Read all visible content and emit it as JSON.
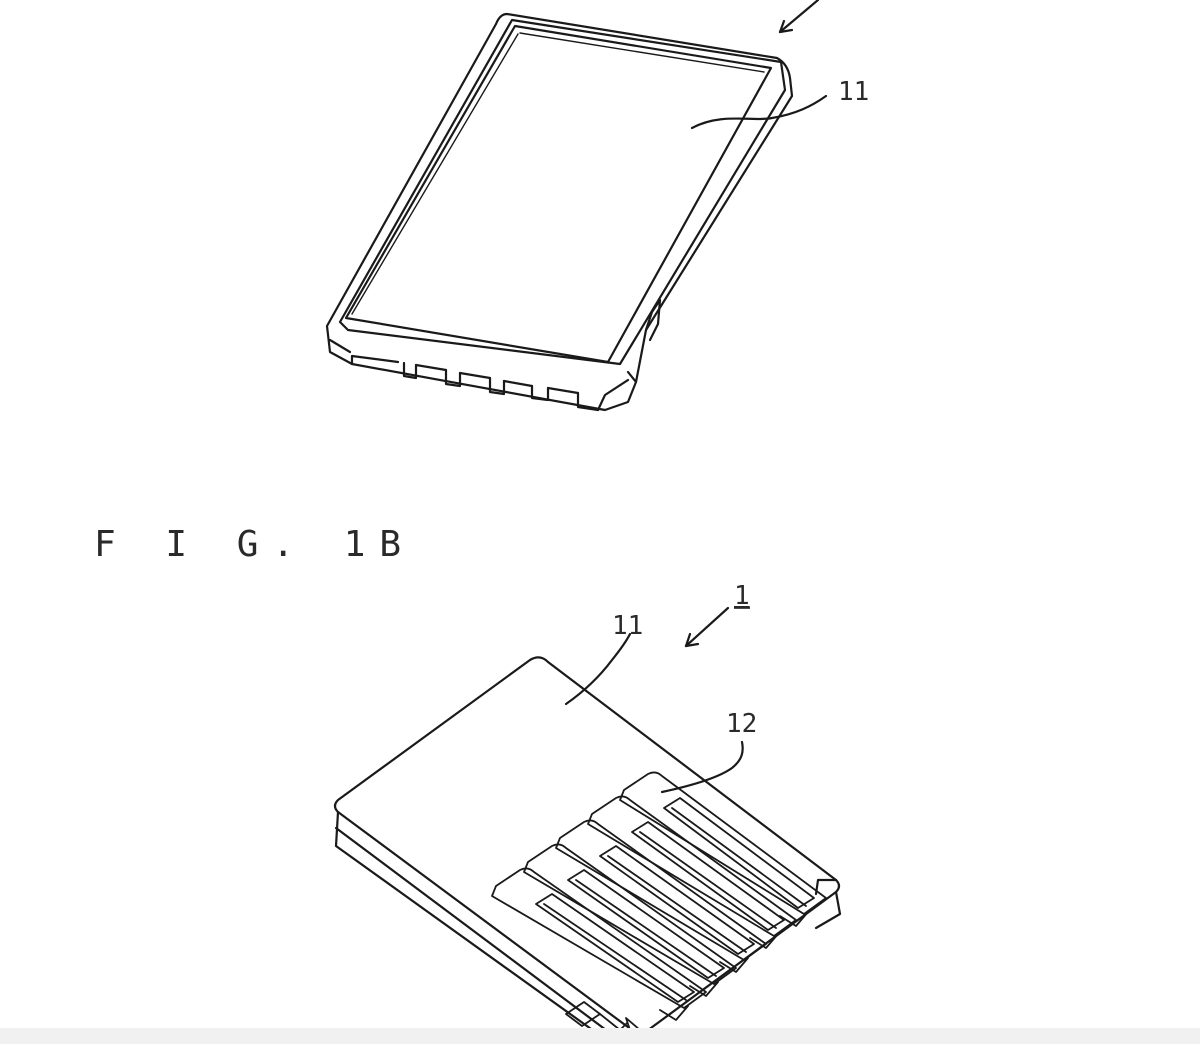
{
  "figure": {
    "label": "F I G. 1B"
  },
  "references": {
    "top_cover": "11",
    "bottom_cover": "11",
    "device": "1",
    "contacts": "12"
  },
  "colors": {
    "line": "#1a1a1a",
    "background": "#ffffff"
  }
}
